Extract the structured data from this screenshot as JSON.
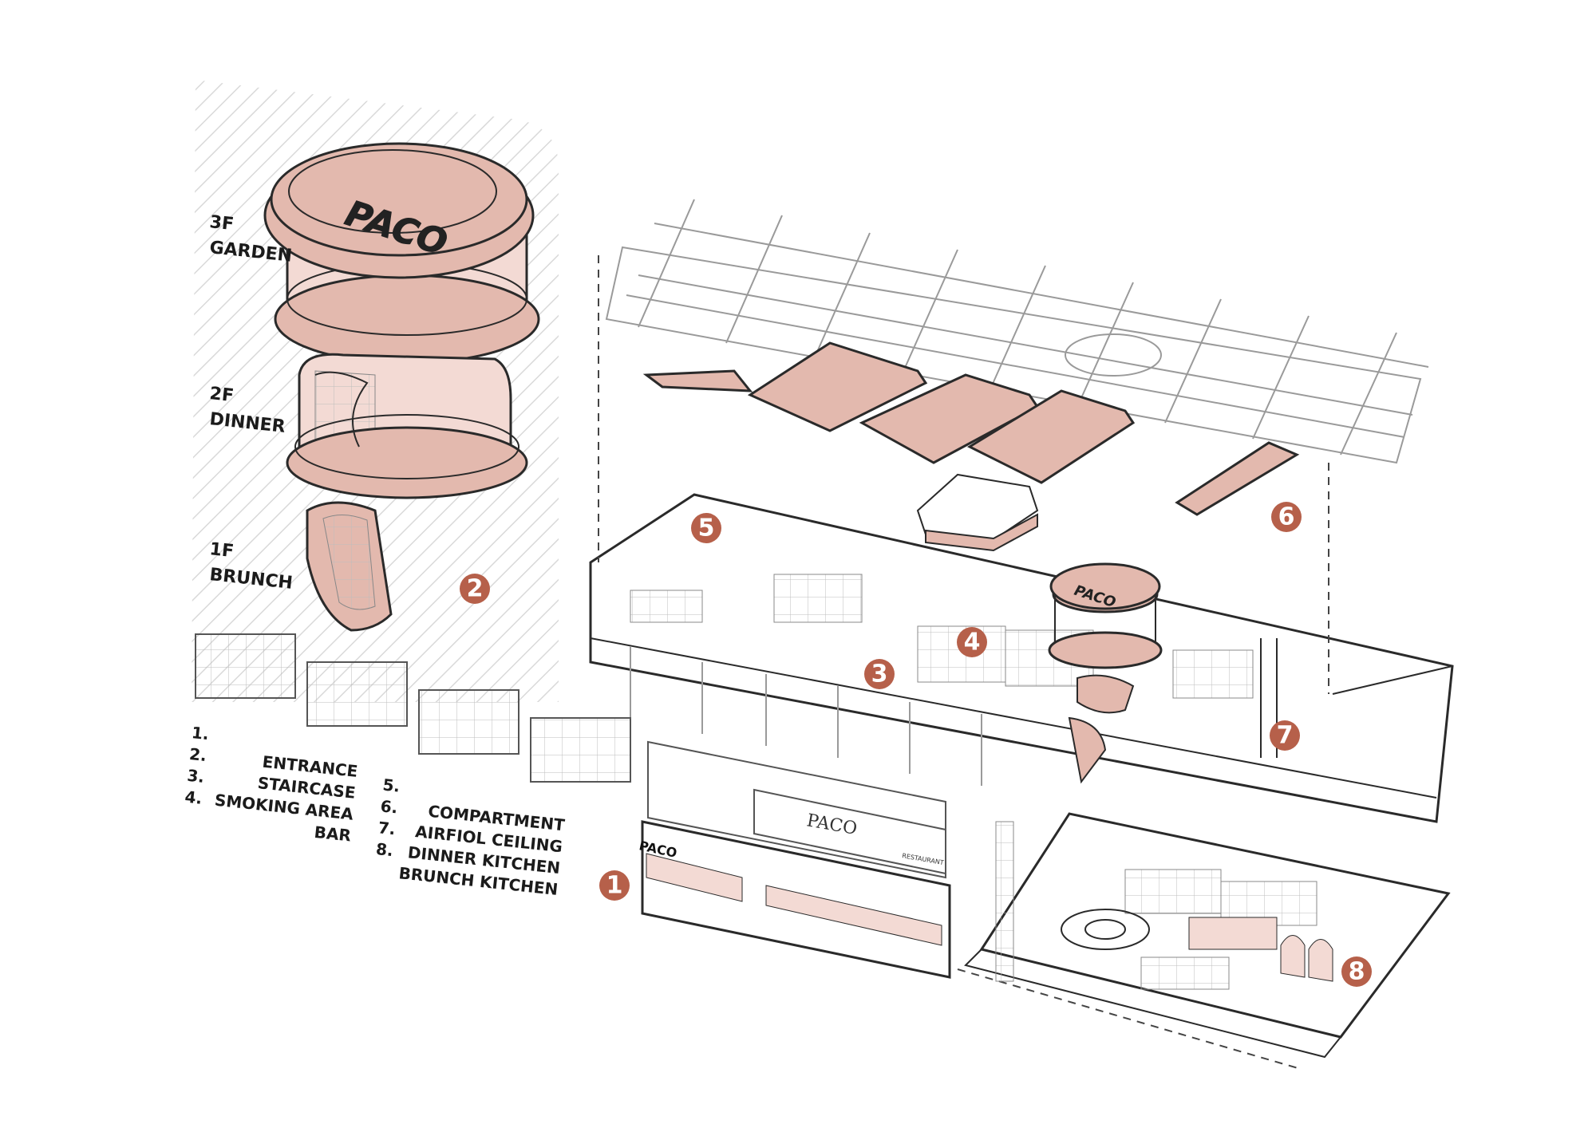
{
  "floor_labels": [
    {
      "line1": "3F",
      "line2": "GARDEN"
    },
    {
      "line1": "2F",
      "line2": "DINNER"
    },
    {
      "line1": "1F",
      "line2": "BRUNCH"
    }
  ],
  "legend_numbers_left": [
    "1.",
    "2.",
    "3.",
    "4."
  ],
  "legend_left": [
    "ENTRANCE",
    "STAIRCASE",
    "SMOKING AREA",
    "BAR"
  ],
  "legend_numbers_right": [
    "5.",
    "6.",
    "7.",
    "8."
  ],
  "legend_right": [
    "COMPARTMENT",
    "AIRFIOL CEILING",
    "DINNER KITCHEN",
    "BRUNCH KITCHEN"
  ],
  "markers": [
    "1",
    "2",
    "3",
    "4",
    "5",
    "6",
    "7",
    "8"
  ],
  "brand": {
    "logo_text": "PACO",
    "sign_text": "PACO",
    "facade_small": "RESTAURANT"
  },
  "colors": {
    "accent": "#e3b9ae",
    "marker": "#b6604a",
    "line": "#2a2a2a",
    "hatch": "#dcdcdc"
  }
}
